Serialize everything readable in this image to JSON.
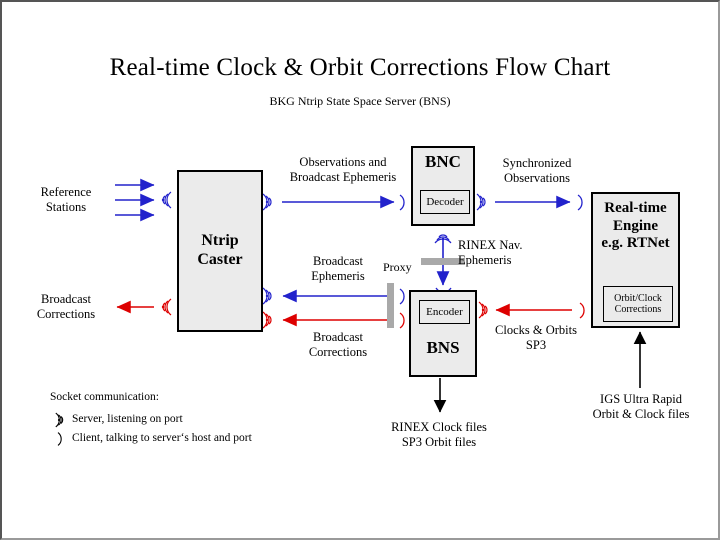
{
  "diagram": {
    "title": "Real-time Clock & Orbit Corrections Flow Chart",
    "subtitle": "BKG Ntrip State Space Server  (BNS)",
    "colors": {
      "blue": "#2222cc",
      "red": "#dd0000",
      "box_fill": "#ebebeb",
      "box_border": "#000000",
      "proxy_bar": "#a9a9a9",
      "frame": "#9a9a9a"
    },
    "nodes": {
      "ntrip_caster": {
        "label": "Ntrip\nCaster",
        "line1": "Ntrip",
        "line2": "Caster"
      },
      "bnc": {
        "label": "BNC",
        "inner": "Decoder"
      },
      "bns": {
        "label": "BNS",
        "inner": "Encoder"
      },
      "rt_engine": {
        "line1": "Real-time",
        "line2": "Engine",
        "line3": "e.g. RTNet",
        "inner_line1": "Orbit/Clock",
        "inner_line2": "Corrections"
      }
    },
    "labels": {
      "reference_stations": "Reference\nStations",
      "reference_stations_l1": "Reference",
      "reference_stations_l2": "Stations",
      "broadcast_corrections_left_l1": "Broadcast",
      "broadcast_corrections_left_l2": "Corrections",
      "observations_and_be_l1": "Observations and",
      "observations_and_be_l2": "Broadcast Ephemeris",
      "broadcast_ephemeris_l1": "Broadcast",
      "broadcast_ephemeris_l2": "Ephemeris",
      "broadcast_corrections_mid_l1": "Broadcast",
      "broadcast_corrections_mid_l2": "Corrections",
      "synchronized_observations_l1": "Synchronized",
      "synchronized_observations_l2": "Observations",
      "rinex_nav_l1": "RINEX Nav.",
      "rinex_nav_l2": "Ephemeris",
      "clocks_orbits_l1": "Clocks & Orbits",
      "clocks_orbits_l2": "SP3",
      "proxy": "Proxy",
      "rinex_clock_files_l1": "RINEX Clock files",
      "rinex_clock_files_l2": "SP3 Orbit files",
      "igs_ultra_rapid_l1": "IGS Ultra Rapid",
      "igs_ultra_rapid_l2": "Orbit & Clock files"
    },
    "legend": {
      "title": "Socket communication:",
      "server_glyph": "server-socket-icon",
      "server_text": "Server, listening on port",
      "client_glyph": "client-socket-icon",
      "client_text": "Client, talking to server‘s host and port"
    }
  }
}
